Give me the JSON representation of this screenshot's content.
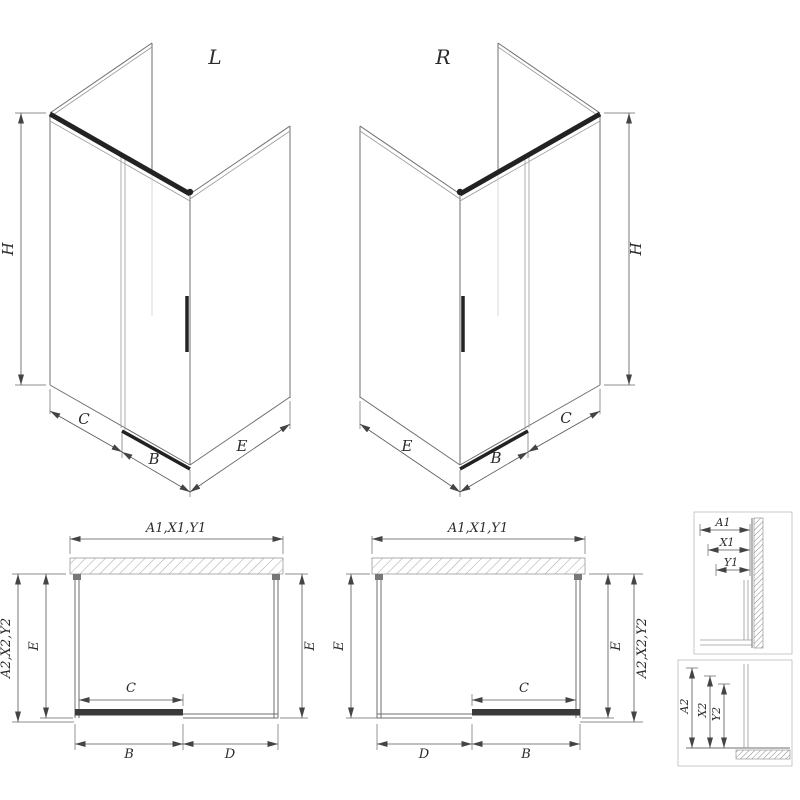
{
  "colors": {
    "background": "#ffffff",
    "line": "#6f6f6f",
    "dark_detail": "#222222",
    "dimension_line": "#555555",
    "text": "#2b2b2b"
  },
  "iso_left": {
    "label": "L",
    "h": "H",
    "c": "C",
    "b": "B",
    "e": "E"
  },
  "iso_right": {
    "label": "R",
    "h": "H",
    "c": "C",
    "b": "B",
    "e": "E"
  },
  "plan_left": {
    "top": "A1,X1,Y1",
    "outer_left": "A2,X2,Y2",
    "inner_left": "E",
    "right": "E",
    "c": "C",
    "b": "B",
    "d": "D"
  },
  "plan_right": {
    "top": "A1,X1,Y1",
    "left": "E",
    "inner_right": "E",
    "outer_right": "A2,X2,Y2",
    "c": "C",
    "b": "B",
    "d": "D"
  },
  "detail_top": {
    "labels": [
      "A1",
      "X1",
      "Y1"
    ]
  },
  "detail_bottom": {
    "labels": [
      "A2",
      "X2",
      "Y2"
    ]
  }
}
